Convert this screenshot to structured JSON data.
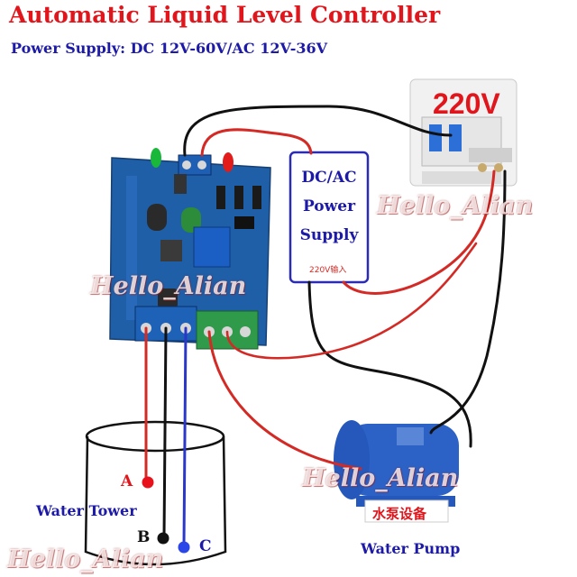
{
  "title": "Automatic Liquid Level Controller",
  "subtitle": "Power Supply: DC 12V-60V/AC 12V-36V",
  "breaker_voltage": "220V",
  "power_supply": {
    "line1": "DC/AC",
    "line2": "Power",
    "line3": "Supply",
    "input_label": "220V输入"
  },
  "pump_chinese_label": "水泵设备",
  "water_tower_label": "Water  Tower",
  "water_pump_label": "Water Pump",
  "probes": {
    "a": "A",
    "b": "B",
    "c": "C"
  },
  "watermark": "Hello_Alian",
  "colors": {
    "title": "#e0161c",
    "subtitle": "#1c1aa6",
    "board": "#1f5fa8",
    "wire_red": "#d42a25",
    "wire_black": "#111111",
    "wire_blue": "#2b37c8"
  }
}
